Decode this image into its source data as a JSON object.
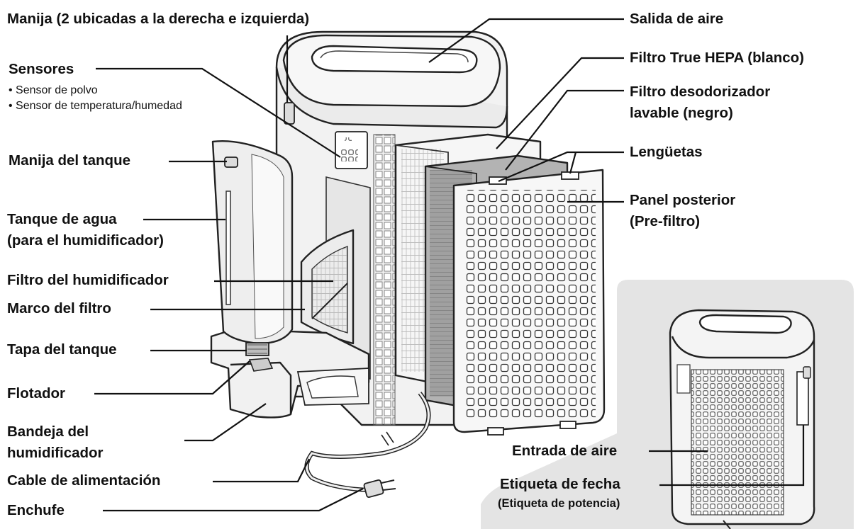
{
  "labels": {
    "manija": "Manija (2 ubicadas a la derecha e izquierda)",
    "sensores": "Sensores",
    "sensor_polvo": "• Sensor de polvo",
    "sensor_temp": "• Sensor de temperatura/humedad",
    "manija_tanque": "Manija del tanque",
    "tanque_agua_1": "Tanque de agua",
    "tanque_agua_2": "(para el humidificador)",
    "filtro_humidificador": "Filtro del humidificador",
    "marco_filtro": "Marco del filtro",
    "tapa_tanque": "Tapa del tanque",
    "flotador": "Flotador",
    "bandeja_1": "Bandeja del",
    "bandeja_2": "humidificador",
    "cable": "Cable de alimentación",
    "enchufe": "Enchufe",
    "salida_aire": "Salida de aire",
    "filtro_hepa": "Filtro True HEPA (blanco)",
    "filtro_desodorizador_1": "Filtro desodorizador",
    "filtro_desodorizador_2": "lavable (negro)",
    "lenguetas": "Lengüetas",
    "panel_posterior_1": "Panel posterior",
    "panel_posterior_2": "(Pre-filtro)",
    "entrada_aire": "Entrada de aire",
    "etiqueta_fecha": "Etiqueta de fecha",
    "etiqueta_potencia": "(Etiqueta de potencia)"
  },
  "colors": {
    "body": "#f2f2f2",
    "body_shade": "#dcdcdc",
    "filter_hepa": "#f4f4f4",
    "filter_deodorizer": "#9a9a9a",
    "inset_background": "#e4e4e4",
    "outline": "#222222"
  }
}
